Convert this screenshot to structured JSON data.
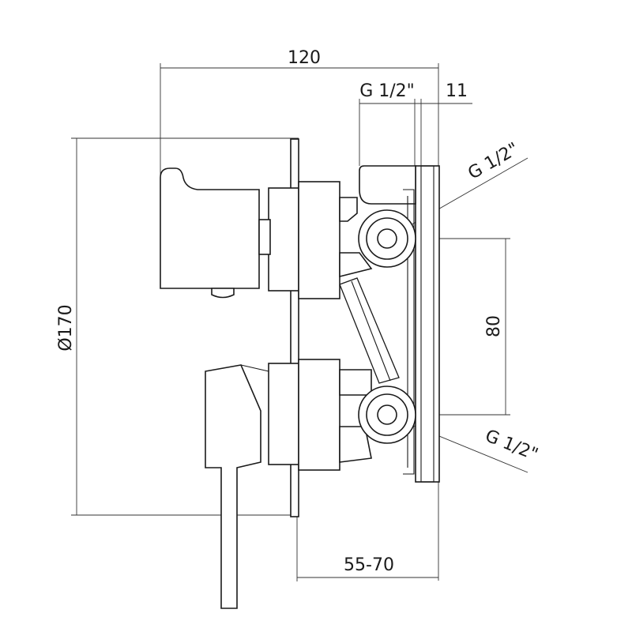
{
  "drawing": {
    "dimensions": {
      "overall_width": "120",
      "inlet_thread": "G 1/2\"",
      "plate_thickness": "11",
      "diameter": "Ø170",
      "spacing": "80",
      "depth": "55-70",
      "top_outlet": "G 1/2\"",
      "bottom_outlet": "G 1/2\""
    },
    "colors": {
      "line": "#1a1a1a",
      "background": "#ffffff"
    }
  }
}
